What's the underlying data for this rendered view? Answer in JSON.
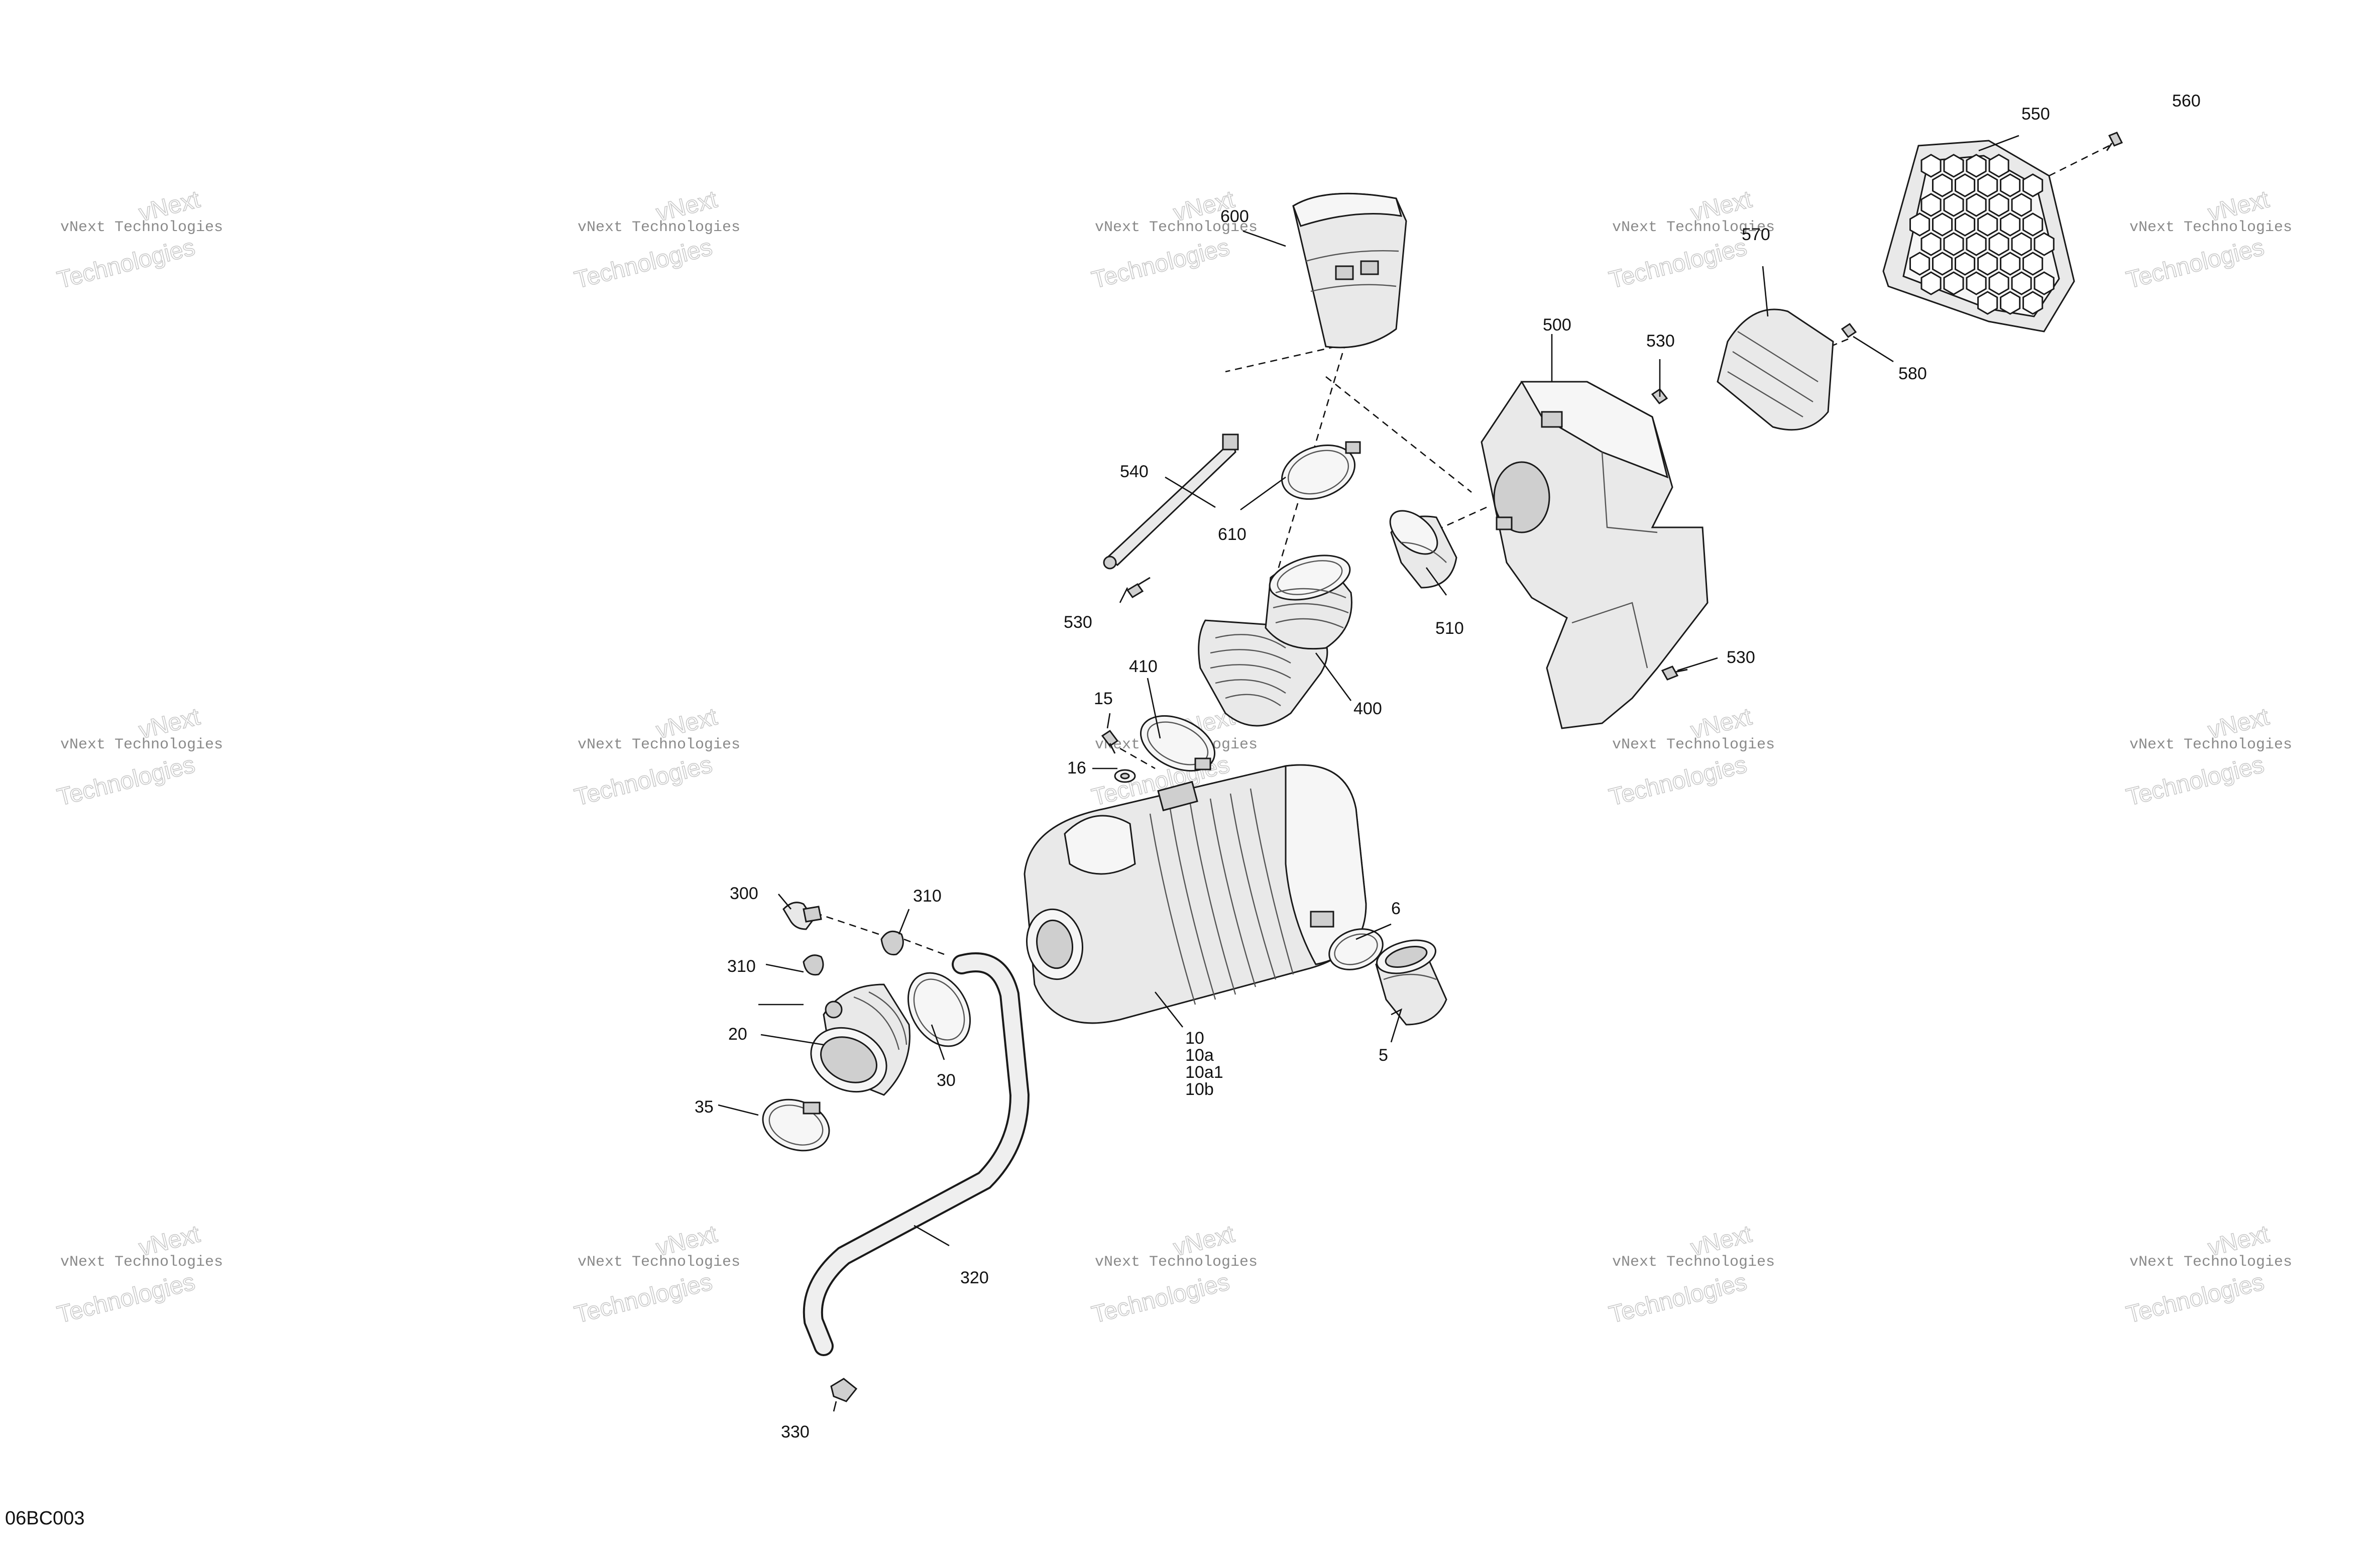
{
  "diagram": {
    "code": "06BC003",
    "watermark": {
      "line1": "vNext Technologies",
      "line2": "Technologies",
      "line3": "vNext"
    },
    "callouts": {
      "c5": "5",
      "c6": "6",
      "c10": "10",
      "c10a": "10a",
      "c10a1": "10a1",
      "c10b": "10b",
      "c15": "15",
      "c16": "16",
      "c20": "20",
      "c30": "30",
      "c35": "35",
      "c300": "300",
      "c310a": "310",
      "c310b": "310",
      "c320": "320",
      "c330": "330",
      "c400": "400",
      "c410": "410",
      "c500": "500",
      "c510": "510",
      "c530a": "530",
      "c530b": "530",
      "c530c": "530",
      "c540": "540",
      "c550": "550",
      "c560": "560",
      "c570": "570",
      "c580": "580",
      "c600": "600",
      "c610": "610"
    }
  }
}
